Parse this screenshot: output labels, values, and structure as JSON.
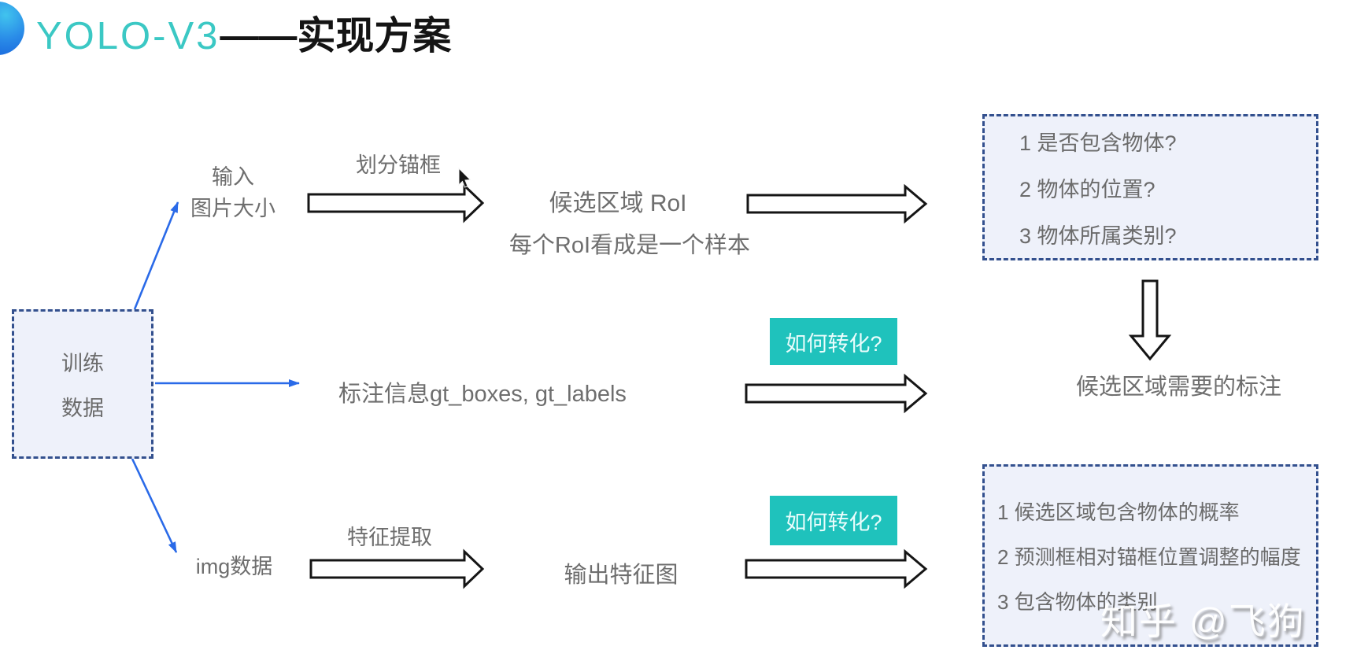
{
  "header": {
    "product": "YOLO-V3",
    "separator": "——",
    "title": "实现方案"
  },
  "flow": {
    "train_box": {
      "lines": [
        "训练",
        "数据"
      ]
    },
    "branch_top": {
      "input_label": {
        "lines": [
          "输入",
          "图片大小"
        ]
      },
      "arrow_label": "划分锚框",
      "roi_title": "候选区域 RoI",
      "roi_subtitle": "每个RoI看成是一个样本",
      "questions_box": {
        "items": [
          "1 是否包含物体?",
          "2 物体的位置?",
          "3 物体所属类别?"
        ]
      }
    },
    "branch_middle": {
      "gt_label": "标注信息gt_boxes, gt_labels",
      "convert_badge": "如何转化?",
      "result_label": "候选区域需要的标注"
    },
    "branch_bottom": {
      "img_label": "img数据",
      "arrow_label": "特征提取",
      "feature_map_label": "输出特征图",
      "convert_badge": "如何转化?",
      "outputs_box": {
        "items": [
          "1 候选区域包含物体的概率",
          "2 预测框相对锚框位置调整的幅度",
          "3 包含物体的类别"
        ]
      }
    }
  },
  "watermark": "知乎 @飞狗",
  "colors": {
    "accent_teal": "#1fc2bc",
    "title_teal": "#3bc8c4",
    "connector_blue": "#2a6ae8",
    "dashed_border": "#33508e",
    "box_fill": "#eef1fa",
    "text_gray": "#6e6e6e"
  }
}
